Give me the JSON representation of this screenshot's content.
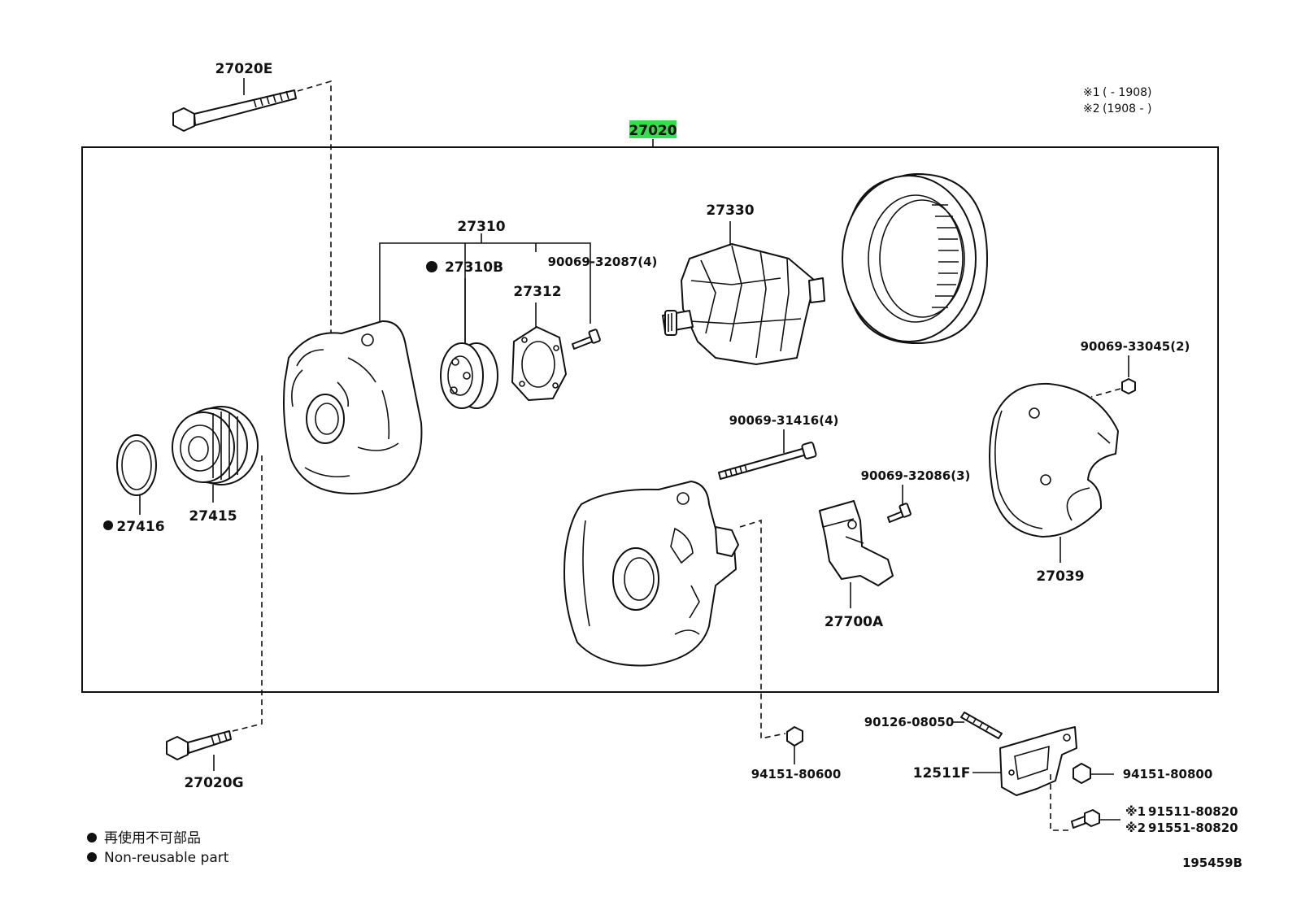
{
  "colors": {
    "line": "#111111",
    "background": "#ffffff",
    "highlight": "#33e04a"
  },
  "notes": {
    "n1_mark": "※1",
    "n1_range": "(      - 1908)",
    "n2_mark": "※2",
    "n2_range": "(1908 -      )"
  },
  "parts": {
    "assembly": "27020",
    "bolt_top": "27020E",
    "bolt_bottom": "27020G",
    "frame_group": "27310",
    "bearing": "27310B",
    "plate": "27312",
    "plate_screw": "90069-32087(4)",
    "rotor": "27330",
    "seal_ring": "27416",
    "pulley": "27415",
    "rear_cover_nut": "90069-33045(2)",
    "through_bolt": "90069-31416(4)",
    "regulator_screw": "90069-32086(3)",
    "rear_cover": "27039",
    "brush_holder": "27700A",
    "terminal_nut": "94151-80600",
    "stud": "90126-08050",
    "bracket": "12511F",
    "bracket_nut": "94151-80800",
    "bolt_1_mark": "※1",
    "bolt_1": "91511-80820",
    "bolt_2_mark": "※2",
    "bolt_2": "91551-80820"
  },
  "legend": {
    "jp": "再使用不可部品",
    "en": "Non-reusable part"
  },
  "diagram_id": "195459B",
  "non_reusable_marked": [
    "27310B",
    "27416"
  ]
}
